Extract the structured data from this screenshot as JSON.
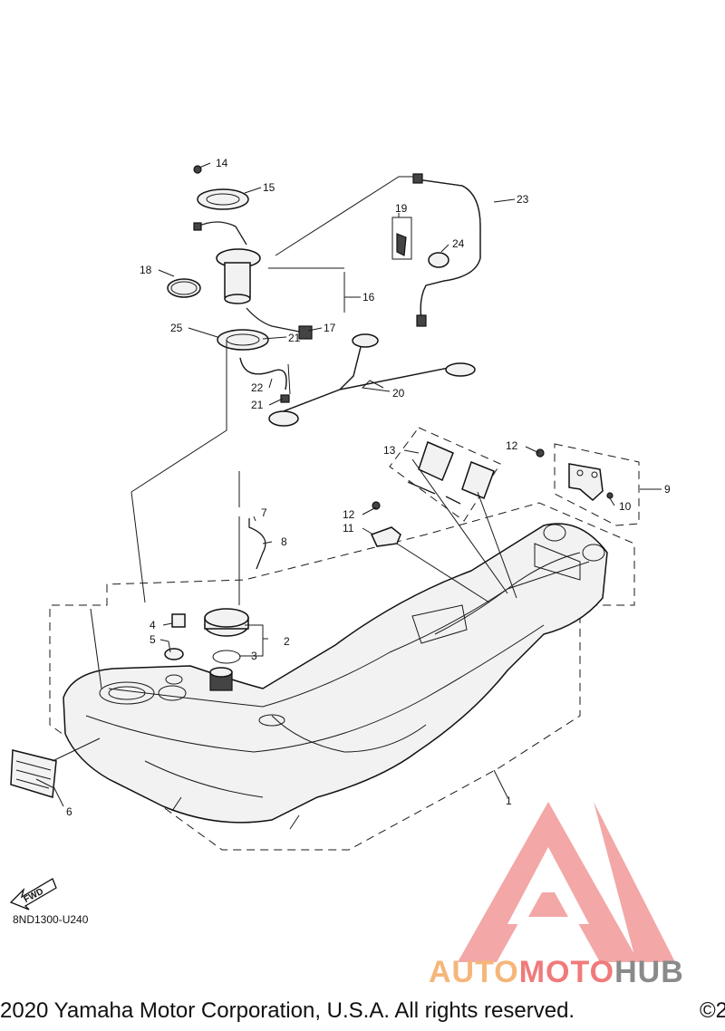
{
  "callouts": [
    {
      "n": "1"
    },
    {
      "n": "2"
    },
    {
      "n": "3"
    },
    {
      "n": "4"
    },
    {
      "n": "5"
    },
    {
      "n": "6"
    },
    {
      "n": "7"
    },
    {
      "n": "8"
    },
    {
      "n": "9"
    },
    {
      "n": "10"
    },
    {
      "n": "11"
    },
    {
      "n": "12"
    },
    {
      "n": "12"
    },
    {
      "n": "13"
    },
    {
      "n": "14"
    },
    {
      "n": "15"
    },
    {
      "n": "16"
    },
    {
      "n": "17"
    },
    {
      "n": "18"
    },
    {
      "n": "19"
    },
    {
      "n": "20"
    },
    {
      "n": "21"
    },
    {
      "n": "21"
    },
    {
      "n": "22"
    },
    {
      "n": "23"
    },
    {
      "n": "24"
    },
    {
      "n": "25"
    }
  ],
  "fwd_label": "FWD",
  "diagram_ref": "8ND1300-U240",
  "copyright": "2020 Yamaha Motor Corporation, U.S.A. All rights reserved.",
  "copyright_tail": "©2",
  "watermark": {
    "part1": "AUTO",
    "part2": "MOTO",
    "part3": "HUB",
    "colors": {
      "auto": "#f5b67a",
      "moto": "#f07a7a",
      "hub": "#8a8a8a",
      "triangle": "#f08a8a"
    }
  }
}
